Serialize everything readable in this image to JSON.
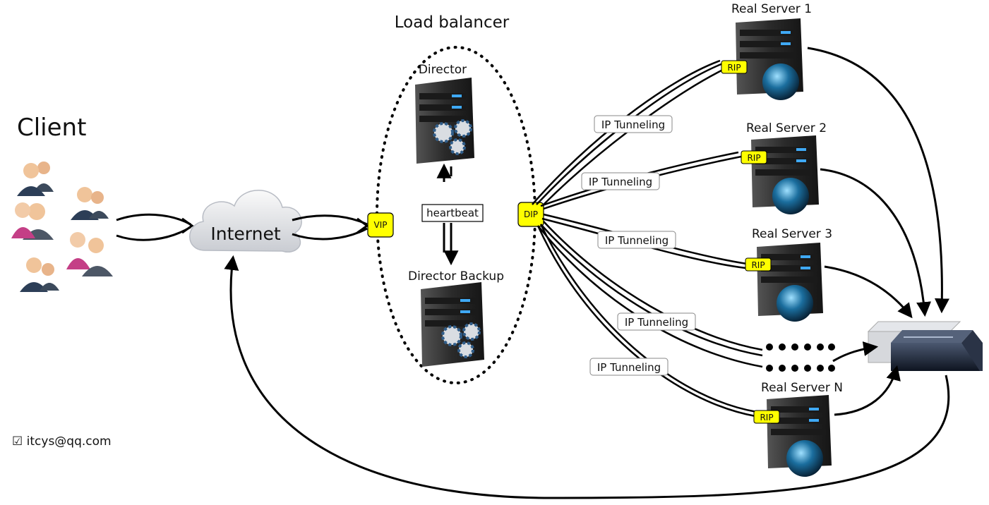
{
  "labels": {
    "client": "Client",
    "internet": "Internet",
    "load_balancer": "Load balancer",
    "director": "Director",
    "director_backup": "Director Backup",
    "heartbeat": "heartbeat",
    "vip": "VIP",
    "dip": "DIP",
    "rip": "RIP",
    "ip_tunneling": "IP Tunneling"
  },
  "servers": [
    {
      "name": "Real Server 1",
      "rip": "RIP"
    },
    {
      "name": "Real Server 2",
      "rip": "RIP"
    },
    {
      "name": "Real Server 3",
      "rip": "RIP"
    },
    {
      "name": "Real Server N",
      "rip": "RIP"
    }
  ],
  "tunnels": [
    "IP Tunneling",
    "IP Tunneling",
    "IP Tunneling",
    "IP Tunneling",
    "IP Tunneling"
  ],
  "footer": {
    "check": "☑",
    "email": "itcys@qq.com"
  },
  "colors": {
    "tag_yellow": "#ffff00",
    "server_dark": "#2e2e2e",
    "globe": "#1b5d86",
    "switch": "#1b2233",
    "cloud": "#e6e8ec"
  }
}
